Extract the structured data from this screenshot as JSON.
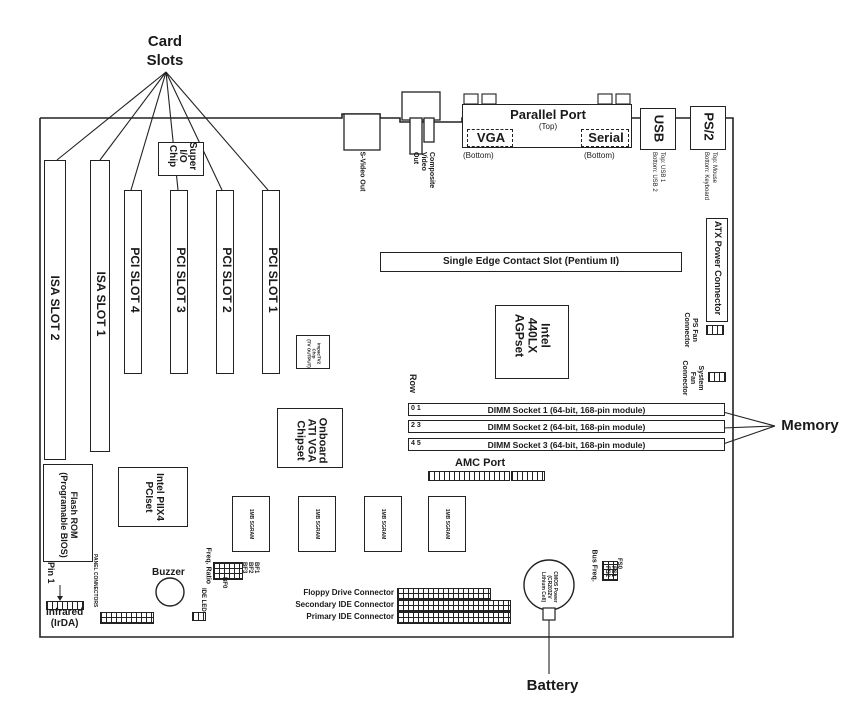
{
  "callouts": {
    "card_slots": "Card\nSlots",
    "memory": "Memory",
    "battery": "Battery"
  },
  "slots": {
    "isa2": "ISA SLOT 2",
    "isa1": "ISA SLOT 1",
    "pci4": "PCI SLOT 4",
    "pci3": "PCI SLOT 3",
    "pci2": "PCI SLOT 2",
    "pci1": "PCI SLOT 1"
  },
  "rear_io": {
    "parallel": "Parallel Port",
    "parallel_sub": "(Top)",
    "vga": "VGA",
    "vga_sub": "(Bottom)",
    "serial": "Serial",
    "serial_sub": "(Bottom)",
    "usb": "USB",
    "usb_sub": "Top: USB 1\nBottom: USB 2",
    "ps2": "PS/2",
    "ps2_sub": "Top: Mouse\nBottom: Keyboard",
    "svideo": "S-Video Out",
    "composite": "Composite\nVideo\nOut"
  },
  "board": {
    "super_io": "Super\nI/O\nChip",
    "sec_slot": "Single Edge Contact Slot (Pentium II)",
    "agpset": "Intel\n440LX\nAGPset",
    "atx_power": "ATX Power Connector",
    "ps_fan": "PS Fan\nConnector",
    "sys_fan": "System\nFan\nConnector",
    "tv_chip": "ImpacTV2\nChip\n(TV OUTPUT)",
    "vga_chip": "Onboard\nATI VGA\nChipset",
    "row": "Row",
    "amc": "AMC Port",
    "piix4": "Intel PIIX4\nPCIset",
    "flash": "Flash ROM\n(Programable BIOS)",
    "pin1": "Pin 1",
    "infrared": "Infrared\n(IrDA)",
    "panel": "PANEL CONNECTORS",
    "buzzer": "Buzzer",
    "freq_ratio": "Freq. Ratio",
    "bf_labels": [
      "BF3",
      "BF2",
      "BF1",
      "BF0"
    ],
    "ide_led": "IDE LED",
    "floppy": "Floppy  Drive Connector",
    "sec_ide": "Secondary IDE Connector",
    "pri_ide": "Primary IDE Connector",
    "battery_label": "CMOS Power\n(CR2032V\nLithium Cell)",
    "bus_freq": "Bus Freq.",
    "fs_labels": [
      "FS0",
      "FS1",
      "FS2"
    ],
    "sgram": "1MB SGRAM"
  },
  "dimms": [
    {
      "rows": "0 1",
      "label": "DIMM Socket 1 (64-bit, 168-pin module)"
    },
    {
      "rows": "2 3",
      "label": "DIMM Socket 2 (64-bit, 168-pin module)"
    },
    {
      "rows": "4 5",
      "label": "DIMM Socket 3 (64-bit, 168-pin module)"
    }
  ]
}
